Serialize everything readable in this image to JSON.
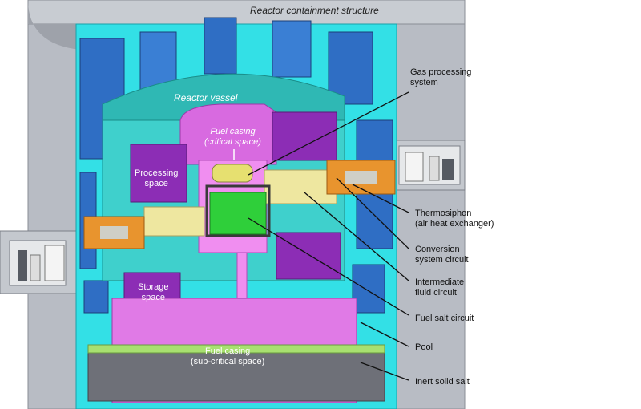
{
  "labels": {
    "containment": "Reactor containment structure",
    "vessel": "Reactor vessel",
    "fuel_casing_critical": "Fuel casing\n(critical space)",
    "processing_space": "Processing\nspace",
    "storage_space": "Storage\nspace",
    "fuel_casing_subcritical": "Fuel casing\n(sub-critical space)",
    "gas_processing": "Gas processing\nsystem",
    "thermosiphon": "Thermosiphon\n(air heat exchanger)",
    "conversion": "Conversion\nsystem circuit",
    "intermediate": "Intermediate\nfluid circuit",
    "fuel_salt": "Fuel salt circuit",
    "pool": "Pool",
    "inert_salt": "Inert solid salt"
  },
  "colors": {
    "containment_gray": "#b8bcc4",
    "pool_cyan": "#33e0e6",
    "vessel_teal": "#2fb8b4",
    "purple": "#8c2db5",
    "magenta": "#e07ae6",
    "orange": "#e8942e",
    "pale_yellow": "#eee7a0",
    "green": "#2fcf3a",
    "blue_pipe": "#2f6ec4"
  }
}
